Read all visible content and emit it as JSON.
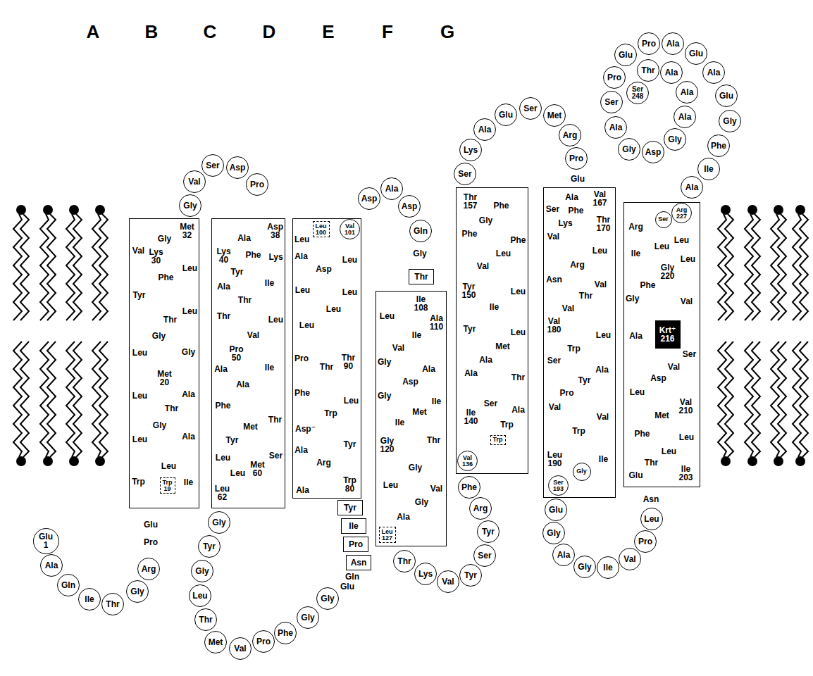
{
  "diagram": {
    "nodes": [
      {
        "text": [
          "Glu 1"
        ]
      },
      {
        "text": [
          "Ala"
        ]
      },
      {
        "text": [
          "Gln"
        ]
      },
      {
        "text": [
          "Ile"
        ]
      },
      {
        "text": [
          "Thr"
        ]
      },
      {
        "text": [
          "Gly"
        ]
      },
      {
        "text": [
          "Arg"
        ]
      },
      {
        "text": [
          "Met 32",
          "Gly",
          "Lys 30",
          "Val",
          "Leu",
          "Phe",
          "Tyr",
          "Leu",
          "Thr",
          "Gly",
          "Leu",
          "Gly",
          "Met 20",
          "Leu",
          "Ala",
          "Thr",
          "Gly",
          "Leu",
          "Ala",
          "Leu",
          "Trp",
          "Ile"
        ]
      },
      {
        "text": [
          "Trp 19"
        ],
        "in": 7
      },
      {
        "text": [
          "Gly"
        ]
      },
      {
        "text": [
          "Val"
        ]
      },
      {
        "text": [
          "Ser"
        ]
      },
      {
        "text": [
          "Asp"
        ]
      },
      {
        "text": [
          "Pro"
        ]
      },
      {
        "text": [
          "Asp 38",
          "Ala",
          "Lys 40",
          "Lys",
          "Phe",
          "Tyr",
          "Ala",
          "Ile",
          "Thr",
          "Thr",
          "Leu",
          "Val",
          "Pro 50",
          "Ile",
          "Ala",
          "Ala",
          "Phe",
          "Thr",
          "Met",
          "Tyr",
          "Ser",
          "Leu",
          "Met 60",
          "Leu",
          "Leu 62"
        ]
      },
      {
        "text": [
          "Gly"
        ]
      },
      {
        "text": [
          "Tyr"
        ]
      },
      {
        "text": [
          "Gly"
        ]
      },
      {
        "text": [
          "Leu"
        ]
      },
      {
        "text": [
          "Thr"
        ]
      },
      {
        "text": [
          "Met"
        ]
      },
      {
        "text": [
          "Val"
        ]
      },
      {
        "text": [
          "Pro"
        ]
      },
      {
        "text": [
          "Phe"
        ]
      },
      {
        "text": [
          "Gly"
        ]
      },
      {
        "text": [
          "Gly"
        ]
      },
      {
        "text": [
          "Asn"
        ]
      },
      {
        "text": [
          "Pro"
        ]
      },
      {
        "text": [
          "Ile"
        ]
      },
      {
        "text": [
          "Tyr"
        ]
      },
      {
        "text": [
          "Leu",
          "Ala",
          "Leu",
          "Asp",
          "Leu",
          "Leu",
          "Leu",
          "Leu",
          "Pro",
          "Thr 90",
          "Thr",
          "Phe",
          "Leu",
          "Trp",
          "Asp⁻",
          "Ala",
          "Tyr",
          "Arg",
          "Ala",
          "Trp 80"
        ]
      },
      {
        "text": [
          "Leu 100"
        ],
        "in": 30
      },
      {
        "text": [
          "Val 101"
        ],
        "in": 30
      },
      {
        "text": [
          "Asp"
        ]
      },
      {
        "text": [
          "Ala"
        ]
      },
      {
        "text": [
          "Asp"
        ]
      },
      {
        "text": [
          "Gln"
        ]
      },
      {
        "text": [
          "Thr"
        ]
      },
      {
        "text": [
          "Ile 108",
          "Leu",
          "Ala 110",
          "Ile",
          "Val",
          "Gly",
          "Ala",
          "Asp",
          "Gly",
          "Ile",
          "Met",
          "Ile",
          "Gly 120",
          "Thr",
          "Gly",
          "Leu",
          "Val",
          "Gly",
          "Ala"
        ]
      },
      {
        "text": [
          "Leu 127"
        ],
        "in": 38
      },
      {
        "text": [
          "Thr"
        ]
      },
      {
        "text": [
          "Lys"
        ]
      },
      {
        "text": [
          "Val"
        ]
      },
      {
        "text": [
          "Tyr"
        ]
      },
      {
        "text": [
          "Ser"
        ]
      },
      {
        "text": [
          "Tyr"
        ]
      },
      {
        "text": [
          "Arg"
        ]
      },
      {
        "text": [
          "Phe"
        ]
      },
      {
        "text": [
          "Thr 157",
          "Phe",
          "Gly",
          "Phe",
          "Phe",
          "Leu",
          "Val",
          "Tyr 150",
          "Leu",
          "Ile",
          "Tyr",
          "Leu",
          "Met",
          "Ala",
          "Ala",
          "Thr",
          "Ser",
          "Ile 140",
          "Ala",
          "Trp"
        ]
      },
      {
        "text": [
          "Val 136"
        ],
        "in": 48
      },
      {
        "text": [
          "Trp"
        ],
        "in": 48
      },
      {
        "text": [
          "Ser"
        ]
      },
      {
        "text": [
          "Lys"
        ]
      },
      {
        "text": [
          "Ala"
        ]
      },
      {
        "text": [
          "Glu"
        ]
      },
      {
        "text": [
          "Ser"
        ]
      },
      {
        "text": [
          "Met"
        ]
      },
      {
        "text": [
          "Arg"
        ]
      },
      {
        "text": [
          "Pro"
        ]
      },
      {
        "text": [
          "Val 167",
          "Ala",
          "Ser",
          "Thr 170",
          "Phe",
          "Lys",
          "Val",
          "Leu",
          "Arg",
          "Asn",
          "Val",
          "Thr",
          "Val",
          "Val 180",
          "Leu",
          "Trp",
          "Ser",
          "Ala",
          "Tyr",
          "Pro",
          "Val",
          "Val",
          "Trp",
          "Leu 190",
          "Ile"
        ]
      },
      {
        "text": [
          "Gly"
        ],
        "in": 59
      },
      {
        "text": [
          "Ser 193"
        ],
        "in": 59
      },
      {
        "text": [
          "Glu"
        ]
      },
      {
        "text": [
          "Gly"
        ]
      },
      {
        "text": [
          "Ala"
        ]
      },
      {
        "text": [
          "Gly"
        ]
      },
      {
        "text": [
          "Ile"
        ]
      },
      {
        "text": [
          "Val"
        ]
      },
      {
        "text": [
          "Pro"
        ]
      },
      {
        "text": [
          "Leu"
        ]
      },
      {
        "text": [
          "Arg",
          "Leu",
          "Leu",
          "Ile",
          "Leu",
          "Gly 220",
          "Phe",
          "Gly",
          "Val",
          "Ala",
          "Ser",
          "Val",
          "Asp",
          "Leu",
          "Val 210",
          "Met",
          "Phe",
          "Leu",
          "Leu",
          "Thr",
          "Glu",
          "Ile 203"
        ]
      },
      {
        "text": [
          "Krt⁺ 216"
        ],
        "in": 70
      },
      {
        "text": [
          "Ser"
        ],
        "in": 70
      },
      {
        "text": [
          "Arg 227"
        ],
        "in": 70
      },
      {
        "text": [
          "Ala"
        ]
      },
      {
        "text": [
          "Ile"
        ]
      },
      {
        "text": [
          "Phe"
        ]
      },
      {
        "text": [
          "Gly"
        ]
      },
      {
        "text": [
          "Glu"
        ]
      },
      {
        "text": [
          "Ala"
        ]
      },
      {
        "text": [
          "Glu"
        ]
      },
      {
        "text": [
          "Ala"
        ]
      },
      {
        "text": [
          "Pro"
        ]
      },
      {
        "text": [
          "Glu"
        ]
      },
      {
        "text": [
          "Pro"
        ]
      },
      {
        "text": [
          "Ser"
        ]
      },
      {
        "text": [
          "Ala"
        ]
      },
      {
        "text": [
          "Gly"
        ]
      },
      {
        "text": [
          "Asp"
        ]
      },
      {
        "text": [
          "Gly"
        ]
      },
      {
        "text": [
          "Ala"
        ]
      },
      {
        "text": [
          "Ala"
        ]
      },
      {
        "text": [
          "Ala"
        ]
      },
      {
        "text": [
          "Thr"
        ]
      },
      {
        "text": [
          "Ser 248"
        ]
      }
    ],
    "labels": [
      "A",
      "B",
      "C",
      "D",
      "E",
      "F",
      "G",
      "Pro",
      "Glu",
      "Glu",
      "Gln",
      "Gly",
      "Glu",
      "Asn"
    ]
  }
}
